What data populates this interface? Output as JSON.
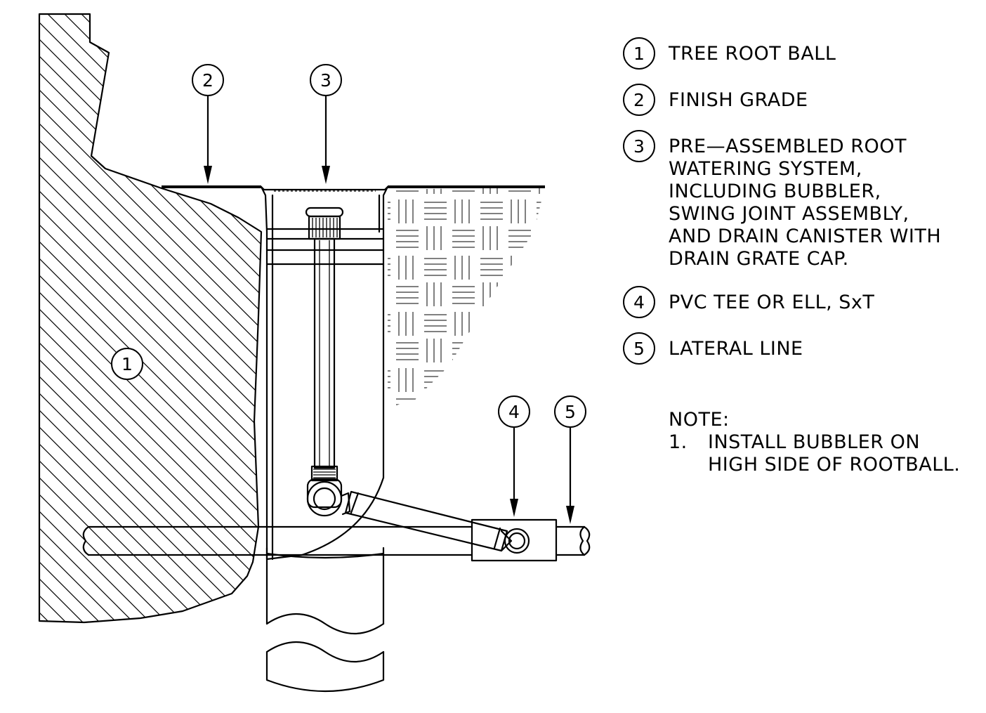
{
  "callouts": {
    "c1": "1",
    "c2": "2",
    "c3": "3",
    "c4": "4",
    "c5": "5"
  },
  "legend": [
    {
      "num": "1",
      "lines": [
        "TREE ROOT BALL"
      ]
    },
    {
      "num": "2",
      "lines": [
        "FINISH GRADE"
      ]
    },
    {
      "num": "3",
      "lines": [
        "PRE—ASSEMBLED ROOT",
        "WATERING SYSTEM,",
        "INCLUDING BUBBLER,",
        "SWING JOINT ASSEMBLY,",
        "AND DRAIN CANISTER WITH",
        "DRAIN GRATE CAP."
      ]
    },
    {
      "num": "4",
      "lines": [
        "PVC TEE OR ELL, SxT"
      ]
    },
    {
      "num": "5",
      "lines": [
        "LATERAL LINE"
      ]
    }
  ],
  "note": {
    "title": "NOTE:",
    "item_num": "1.",
    "item_lines": [
      "INSTALL BUBBLER ON",
      "HIGH SIDE OF ROOTBALL."
    ]
  }
}
